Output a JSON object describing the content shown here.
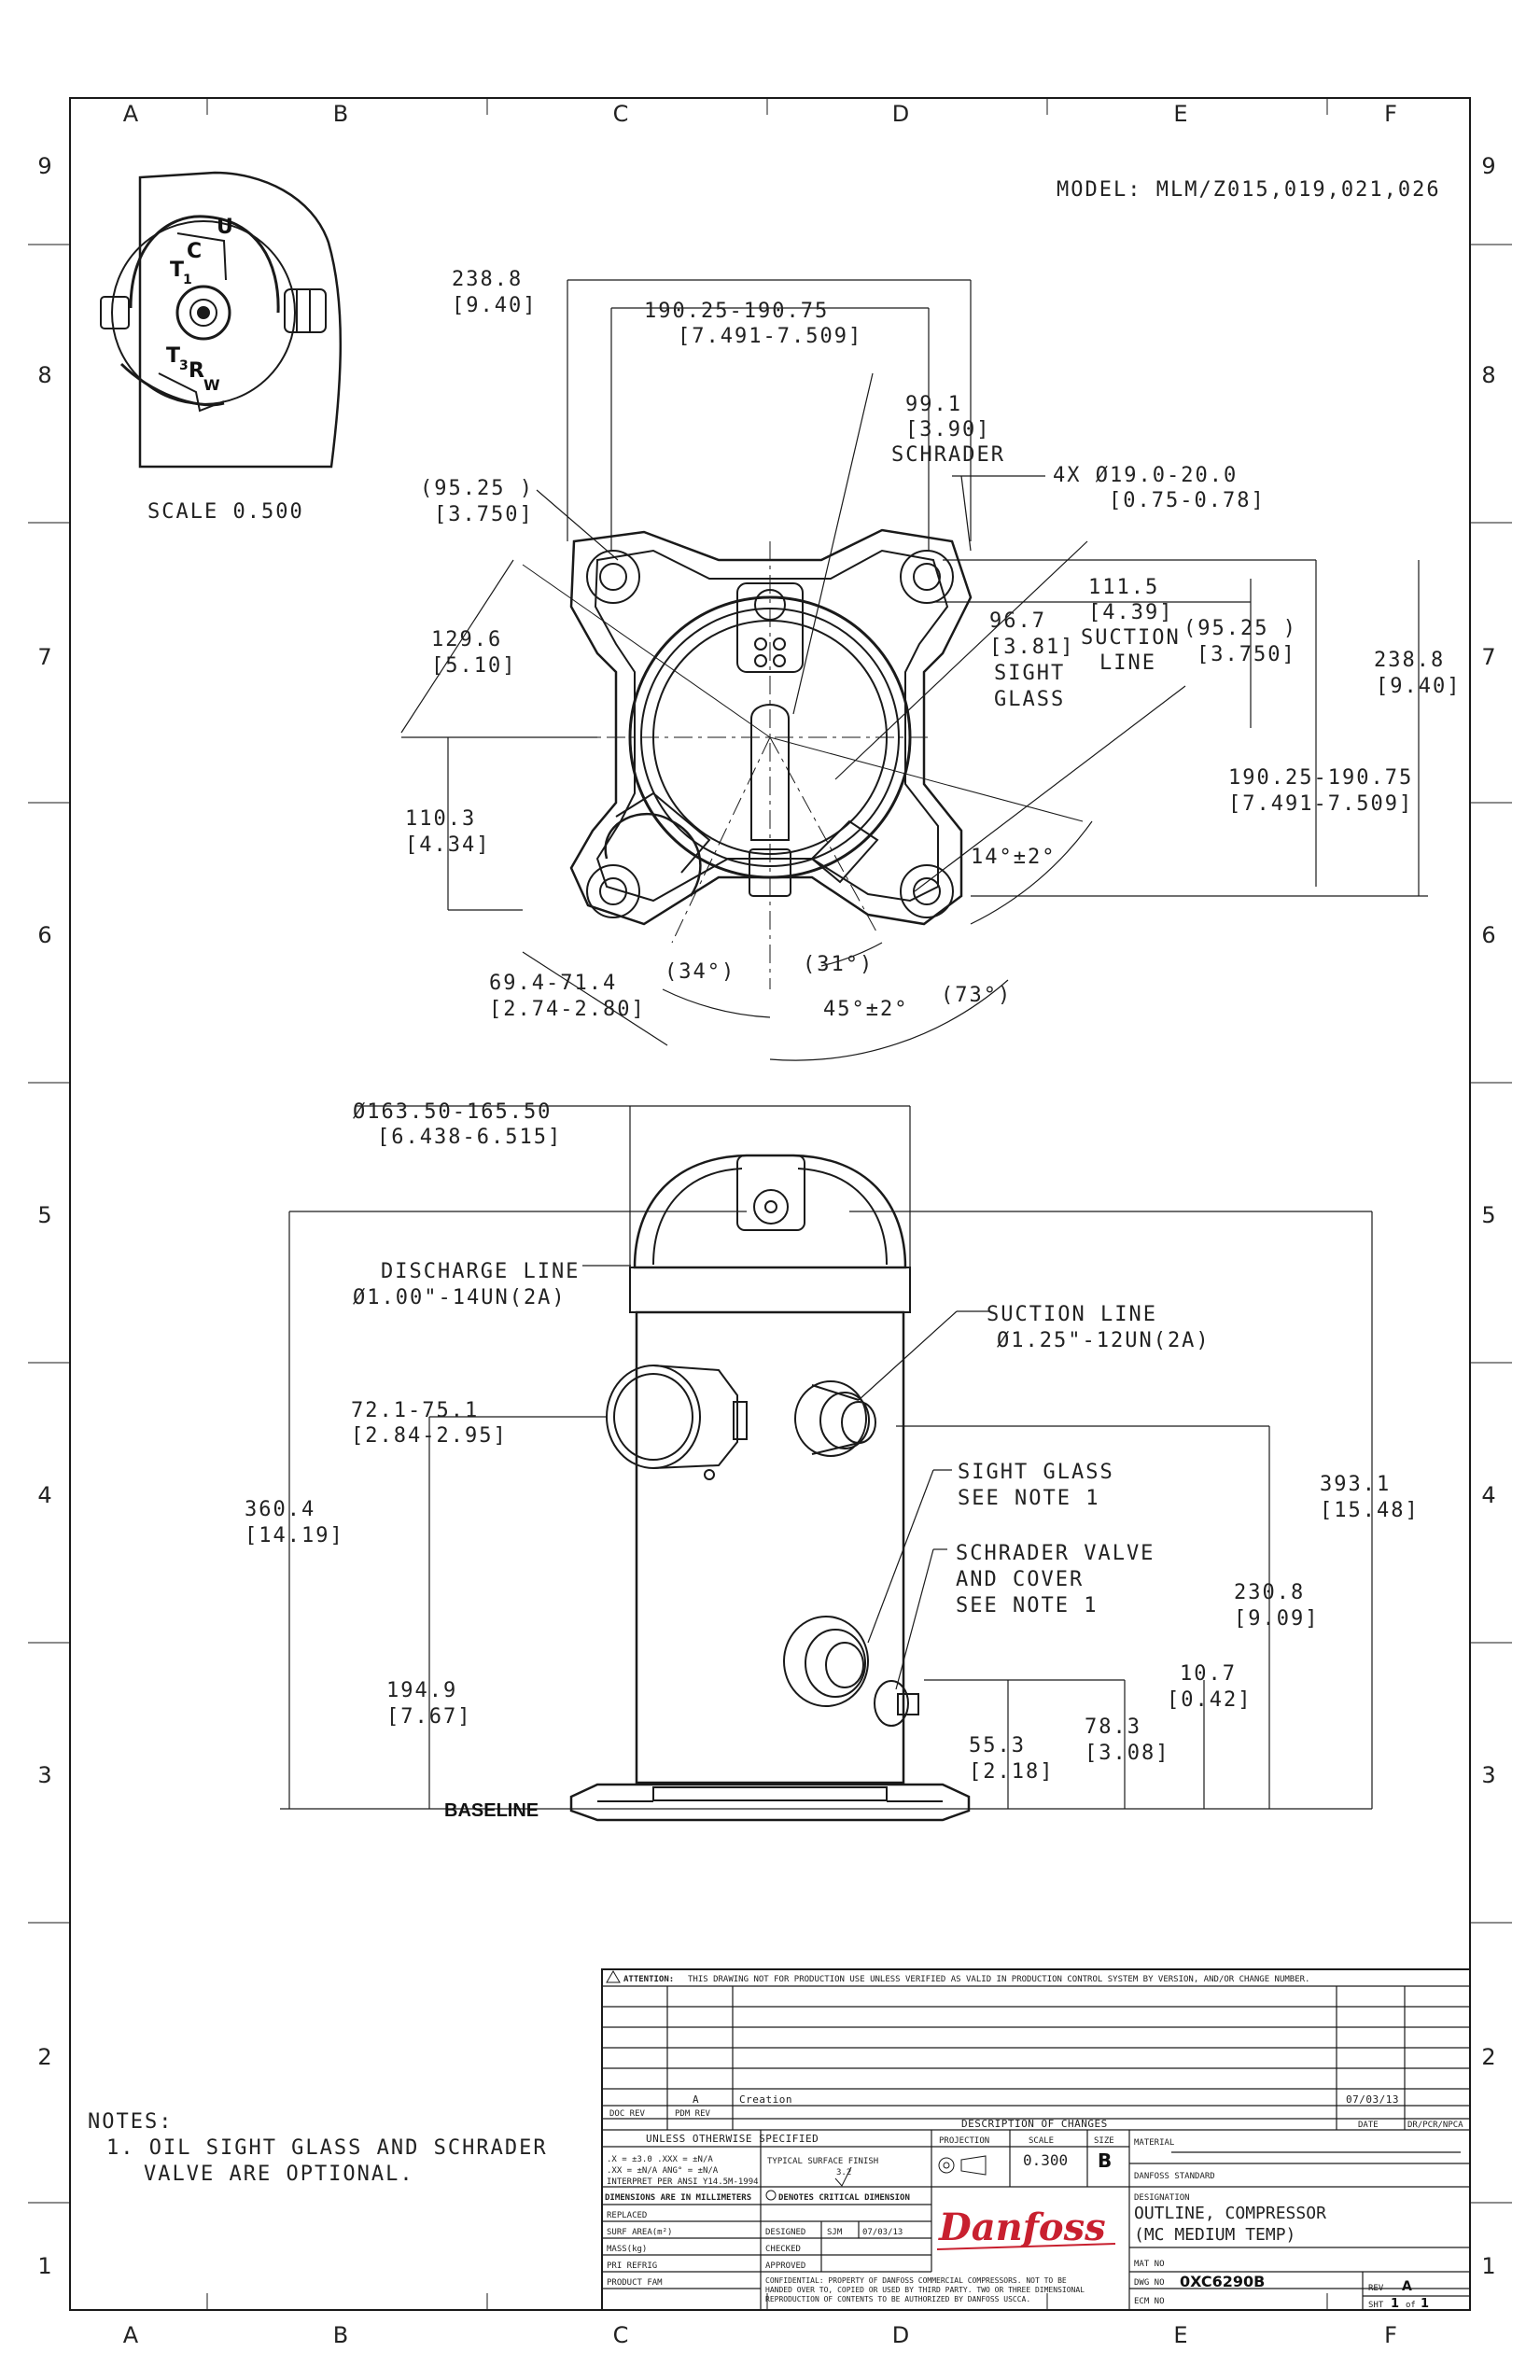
{
  "border": {
    "columns": [
      "A",
      "B",
      "C",
      "D",
      "E",
      "F"
    ],
    "rows": [
      "9",
      "8",
      "7",
      "6",
      "5",
      "4",
      "3",
      "2",
      "1"
    ]
  },
  "model": "MODEL: MLM/Z015,019,021,026",
  "inset": {
    "scale": "SCALE  0.500",
    "terminals": {
      "u": "U",
      "c": "C",
      "t1": "T",
      "t1sub": "1",
      "t3": "T",
      "t3sub": "3",
      "r": "R",
      "w": "W"
    }
  },
  "top_view": {
    "d1": {
      "mm": "238.8",
      "in": "[9.40]"
    },
    "d2": {
      "mm": "190.25-190.75",
      "in": "[7.491-7.509]"
    },
    "d3": {
      "mm": "99.1",
      "in": "[3.90]",
      "label": "SCHRADER"
    },
    "d4": {
      "mm": "4X Ø19.0-20.0",
      "in": "[0.75-0.78]"
    },
    "d5": {
      "mm": "(95.25  )",
      "in": "[3.750]"
    },
    "d6": {
      "mm": "111.5",
      "in": "[4.39]",
      "label1": "SUCTION",
      "label2": "LINE"
    },
    "d7": {
      "mm": "96.7",
      "in": "[3.81]",
      "label1": "SIGHT",
      "label2": "GLASS"
    },
    "d8": {
      "mm": "(95.25  )",
      "in": "[3.750]"
    },
    "d9": {
      "mm": "238.8",
      "in": "[9.40]"
    },
    "d10": {
      "mm": "129.6",
      "in": "[5.10]"
    },
    "d11": {
      "mm": "190.25-190.75",
      "in": "[7.491-7.509]"
    },
    "d12": {
      "mm": "110.3",
      "in": "[4.34]"
    },
    "d13": {
      "mm": "69.4-71.4",
      "in": "[2.74-2.80]"
    },
    "ang1": "14°±2°",
    "ang2": "(34°)",
    "ang3": "(31°)",
    "ang4": "45°±2°",
    "ang5": "(73°)"
  },
  "side_view": {
    "dia": {
      "mm": "Ø163.50-165.50",
      "in": "[6.438-6.515]"
    },
    "discharge": {
      "l1": "DISCHARGE LINE",
      "l2": "Ø1.00\"-14UN(2A)"
    },
    "suction": {
      "l1": "SUCTION LINE",
      "l2": "Ø1.25\"-12UN(2A)"
    },
    "d_72": {
      "mm": "72.1-75.1",
      "in": "[2.84-2.95]"
    },
    "d_360": {
      "mm": "360.4",
      "in": "[14.19]"
    },
    "d_393": {
      "mm": "393.1",
      "in": "[15.48]"
    },
    "sight": {
      "l1": "SIGHT GLASS",
      "l2": "SEE NOTE 1"
    },
    "schrader": {
      "l1": "SCHRADER VALVE",
      "l2": "AND COVER",
      "l3": "SEE NOTE 1"
    },
    "d_230": {
      "mm": "230.8",
      "in": "[9.09]"
    },
    "d_194": {
      "mm": "194.9",
      "in": "[7.67]"
    },
    "d_10": {
      "mm": "10.7",
      "in": "[0.42]"
    },
    "d_78": {
      "mm": "78.3",
      "in": "[3.08]"
    },
    "d_55": {
      "mm": "55.3",
      "in": "[2.18]"
    },
    "baseline": "BASELINE"
  },
  "notes": {
    "title": "NOTES:",
    "n1a": "1. OIL SIGHT GLASS AND SCHRADER",
    "n1b": "VALVE ARE OPTIONAL."
  },
  "title_block": {
    "attention_bold": "ATTENTION:",
    "attention": "THIS DRAWING NOT FOR PRODUCTION USE UNLESS VERIFIED AS VALID IN PRODUCTION CONTROL SYSTEM BY VERSION, AND/OR CHANGE NUMBER.",
    "rev_letter": "A",
    "rev_desc": "Creation",
    "rev_date": "07/03/13",
    "h_doc_rev": "DOC REV",
    "h_pdm_rev": "PDM REV",
    "h_desc": "DESCRIPTION OF CHANGES",
    "h_date": "DATE",
    "h_drpcr": "DR/PCR/NPCA",
    "unless": "UNLESS OTHERWISE SPECIFIED",
    "tol1": ".X = ±3.0   .XXX = ±N/A",
    "tol2": ".XX = ±N/A  ANG° = ±N/A",
    "tol3": "INTERPRET PER ANSI Y14.5M-1994",
    "finish": "TYPICAL SURFACE FINISH",
    "finish_val": "3.2",
    "projection": "PROJECTION",
    "scale_h": "SCALE",
    "scale_v": "0.300",
    "size_h": "SIZE",
    "size_v": "B",
    "material": "MATERIAL",
    "standard": "DANFOSS STANDARD",
    "dims_mm": "DIMENSIONS ARE IN MILLIMETERS",
    "critical": "DENOTES CRITICAL DIMENSION",
    "replaced": "REPLACED",
    "surf_area": "SURF AREA(m²)",
    "mass": "MASS(kg)",
    "pri_refrig": "PRI REFRIG",
    "product_fam": "PRODUCT FAM",
    "designed": "DESIGNED",
    "designed_by": "SJM",
    "designed_date": "07/03/13",
    "checked": "CHECKED",
    "approved": "APPROVED",
    "brand": "Danfoss",
    "designation": "DESIGNATION",
    "title1": "OUTLINE, COMPRESSOR",
    "title2": "(MC MEDIUM TEMP)",
    "mat_no": "MAT NO",
    "dwg_no_h": "DWG NO",
    "dwg_no": "0XC6290B",
    "ecm_no": "ECM NO",
    "rev_h": "REV",
    "rev_v": "A",
    "sht_h": "SHT",
    "sht_v": "1",
    "sht_of": "of",
    "sht_total": "1",
    "confidential1": "CONFIDENTIAL: PROPERTY OF DANFOSS COMMERCIAL COMPRESSORS. NOT TO BE",
    "confidential2": "HANDED OVER TO, COPIED OR USED BY THIRD PARTY.  TWO OR THREE DIMENSIONAL",
    "confidential3": "REPRODUCTION OF CONTENTS TO BE AUTHORIZED BY DANFOSS USCCA."
  },
  "colors": {
    "line": "#1a1a1a",
    "brand": "#c8202f"
  }
}
